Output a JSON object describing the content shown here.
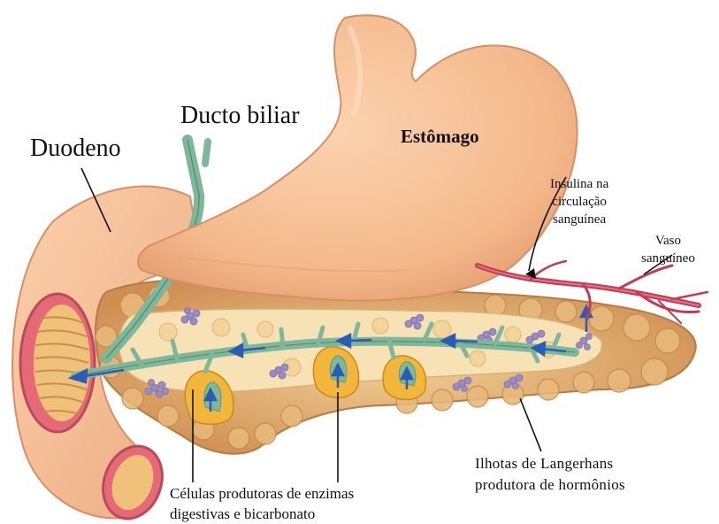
{
  "labels": {
    "duodeno": "Duodeno",
    "ducto_biliar": "Ducto biliar",
    "estomago": "Estômago",
    "insulina": [
      "Insulina na",
      "circulação",
      "sanguínea"
    ],
    "vaso": [
      "Vaso",
      "sanguíneo"
    ],
    "ilhotas": [
      "Ilhotas de Langerhans",
      "produtora de hormônios"
    ],
    "celulas": [
      "Células produtoras de enzimas",
      "digestivas e bicarbonato"
    ]
  },
  "colors": {
    "stomach": "#f4b98c",
    "pancreas": "#d9a265",
    "duct": "#7fb79a",
    "arrow": "#2a5db3",
    "vessel": "#c23b57",
    "islet": "#9a8cc4"
  }
}
